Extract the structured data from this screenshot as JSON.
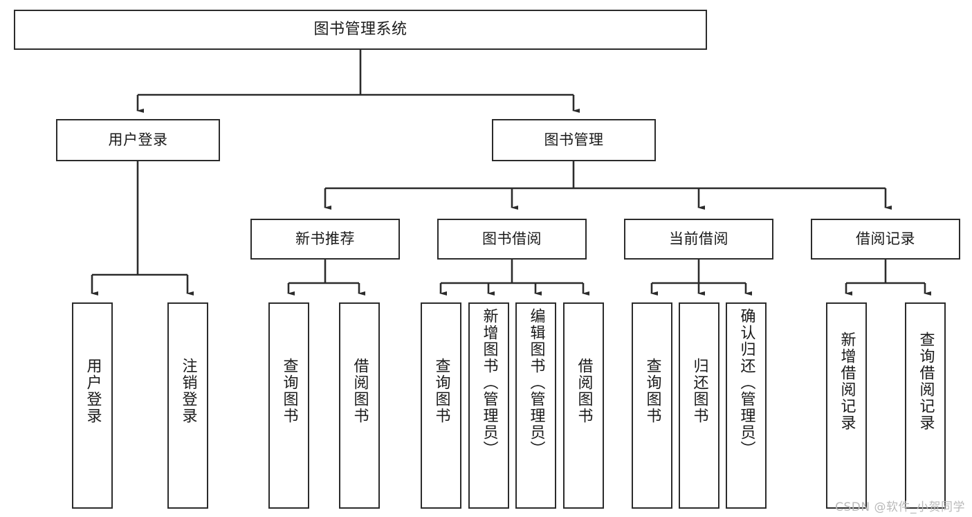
{
  "diagram": {
    "title": "图书管理系统",
    "type": "tree",
    "root": {
      "label": "图书管理系统",
      "orientation": "horizontal"
    },
    "level2": [
      {
        "label": "用户登录",
        "orientation": "horizontal"
      },
      {
        "label": "图书管理",
        "orientation": "horizontal"
      }
    ],
    "level3": [
      {
        "label": "新书推荐",
        "orientation": "horizontal",
        "parent": "图书管理"
      },
      {
        "label": "图书借阅",
        "orientation": "horizontal",
        "parent": "图书管理"
      },
      {
        "label": "当前借阅",
        "orientation": "horizontal",
        "parent": "图书管理"
      },
      {
        "label": "借阅记录",
        "orientation": "horizontal",
        "parent": "图书管理"
      }
    ],
    "leaves": [
      {
        "label": "用户登录",
        "parent": "用户登录",
        "orientation": "vertical",
        "tall": false
      },
      {
        "label": "注销登录",
        "parent": "用户登录",
        "orientation": "vertical",
        "tall": false
      },
      {
        "label": "查询图书",
        "parent": "新书推荐",
        "orientation": "vertical",
        "tall": false
      },
      {
        "label": "借阅图书",
        "parent": "新书推荐",
        "orientation": "vertical",
        "tall": false
      },
      {
        "label": "查询图书",
        "parent": "图书借阅",
        "orientation": "vertical",
        "tall": false
      },
      {
        "label": "新增图书（管理员）",
        "parent": "图书借阅",
        "orientation": "vertical",
        "tall": true
      },
      {
        "label": "编辑图书（管理员）",
        "parent": "图书借阅",
        "orientation": "vertical",
        "tall": true
      },
      {
        "label": "借阅图书",
        "parent": "图书借阅",
        "orientation": "vertical",
        "tall": false
      },
      {
        "label": "查询图书",
        "parent": "当前借阅",
        "orientation": "vertical",
        "tall": false
      },
      {
        "label": "归还图书",
        "parent": "当前借阅",
        "orientation": "vertical",
        "tall": false
      },
      {
        "label": "确认归还（管理员）",
        "parent": "当前借阅",
        "orientation": "vertical",
        "tall": true
      },
      {
        "label": "新增借阅记录",
        "parent": "借阅记录",
        "orientation": "vertical",
        "tall": false
      },
      {
        "label": "查询借阅记录",
        "parent": "借阅记录",
        "orientation": "vertical",
        "tall": false
      }
    ],
    "colors": {
      "node_border": "#2b2b2b",
      "node_fill": "#ffffff",
      "connector": "#2b2b2b",
      "text": "#1a1a1a",
      "watermark": "#b9b9b9",
      "background": "#ffffff"
    }
  },
  "watermark": {
    "text": "CSDN @软件_小贺同学"
  }
}
